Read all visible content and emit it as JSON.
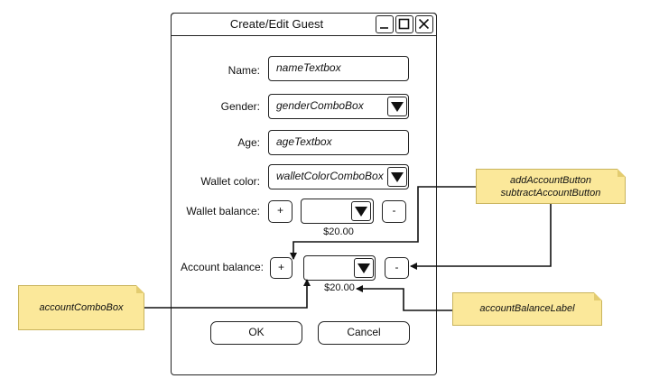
{
  "window": {
    "title": "Create/Edit Guest"
  },
  "form": {
    "name": {
      "label": "Name:",
      "value": "nameTextbox"
    },
    "gender": {
      "label": "Gender:",
      "value": "genderComboBox"
    },
    "age": {
      "label": "Age:",
      "value": "ageTextbox"
    },
    "wallet_color": {
      "label": "Wallet color:",
      "value": "walletColorComboBox"
    },
    "wallet_balance": {
      "label": "Wallet balance:",
      "plus": "+",
      "minus": "-",
      "amount": "$20.00"
    },
    "account_balance": {
      "label": "Account balance:",
      "plus": "+",
      "minus": "-",
      "amount": "$20.00"
    }
  },
  "buttons": {
    "ok": "OK",
    "cancel": "Cancel"
  },
  "annotations": {
    "account_buttons_line1": "addAccountButton",
    "account_buttons_line2": "subtractAccountButton",
    "account_combo": "accountComboBox",
    "account_balance_label": "accountBalanceLabel"
  },
  "colors": {
    "note_fill": "#fbe89a",
    "line": "#111111"
  }
}
